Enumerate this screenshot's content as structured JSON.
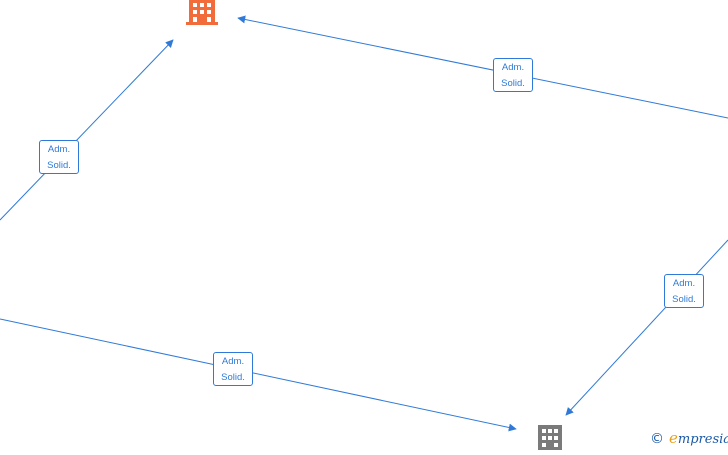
{
  "edges": [
    {
      "label_line1": "Adm.",
      "label_line2": "Solid."
    },
    {
      "label_line1": "Adm.",
      "label_line2": "Solid."
    },
    {
      "label_line1": "Adm.",
      "label_line2": "Solid."
    },
    {
      "label_line1": "Adm.",
      "label_line2": "Solid."
    }
  ],
  "nodes": [
    {
      "icon": "building-icon",
      "color": "#f26b3a"
    },
    {
      "icon": "building-icon",
      "color": "#7a7a7a"
    }
  ],
  "watermark": {
    "copyright": "©",
    "brand_initial": "e",
    "brand_rest": "mpresia"
  },
  "colors": {
    "edge": "#2f7ad8",
    "highlight_node": "#f26b3a",
    "node": "#7a7a7a",
    "brand": "#1a5aa8",
    "brand_accent": "#e8a21a"
  }
}
